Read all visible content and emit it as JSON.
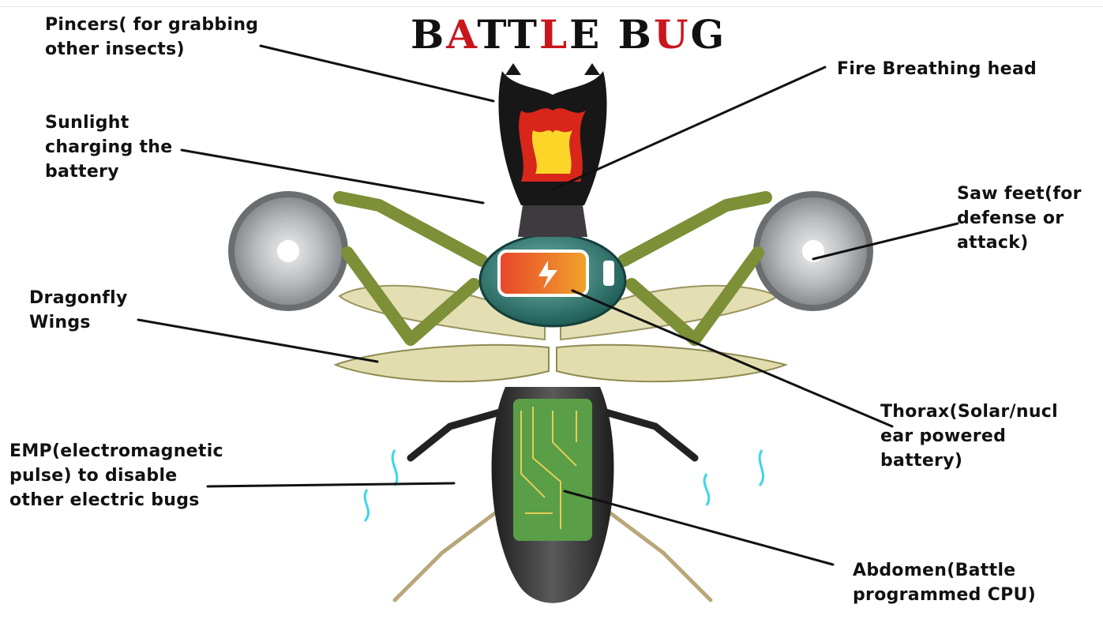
{
  "title": {
    "parts": [
      {
        "text": "B",
        "accent": false
      },
      {
        "text": "A",
        "accent": true
      },
      {
        "text": "TT",
        "accent": false
      },
      {
        "text": "L",
        "accent": true
      },
      {
        "text": "E",
        "accent": false
      },
      {
        "text": " ",
        "accent": false
      },
      {
        "text": "B",
        "accent": false
      },
      {
        "text": "U",
        "accent": true
      },
      {
        "text": "G",
        "accent": false
      }
    ]
  },
  "labels": {
    "pincers": "Pincers( for grabbing\nother insects)",
    "fire_head": "Fire Breathing head",
    "sunlight": "Sunlight\ncharging the\nbattery",
    "saw_feet": "Saw feet(for\ndefense or\nattack)",
    "dragonfly": "Dragonfly\nWings",
    "thorax": "Thorax(Solar/nucl\near powered\nbattery)",
    "emp": "EMP(electromagnetic\npulse) to disable\nother electric bugs",
    "abdomen": "Abdomen(Battle\nprogrammed CPU)"
  },
  "colors": {
    "title_accent": "#c8161d",
    "leg_green": "#7d8f37",
    "wing": "#d9d49a",
    "thorax_teal": "#3f8f86",
    "battery_orange": "#e8642a",
    "abdomen_dark": "#3a3a3a",
    "circuit_green": "#5a9e48",
    "fire_red": "#d8261a",
    "fire_yellow": "#fbd629",
    "emp_cyan": "#38d7e6",
    "saw_silver": "#b9bcbf"
  }
}
